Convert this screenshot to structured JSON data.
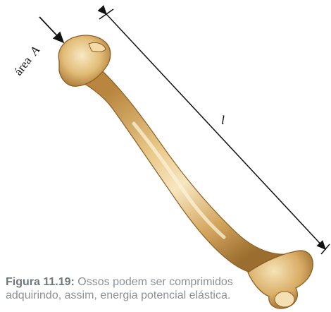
{
  "labels": {
    "area": "área",
    "area_symbol": "A",
    "length_symbol": "l"
  },
  "caption": {
    "figure_label": "Figura 11.19:",
    "text": "Ossos podem ser comprimidos adquirindo, assim, energia potencial elástica."
  },
  "colors": {
    "bone_light": "#f3dca8",
    "bone_mid": "#d9b06a",
    "bone_dark": "#a87834",
    "caption_text": "#8a9196",
    "caption_label": "#6f787e"
  }
}
